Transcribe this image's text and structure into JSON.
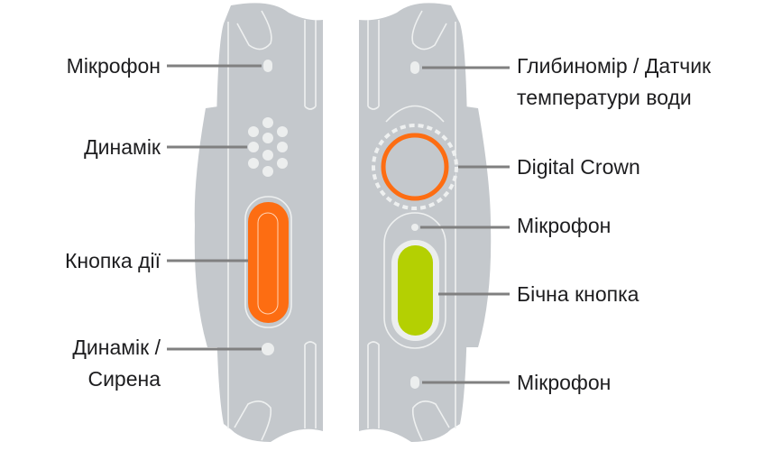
{
  "left_labels": {
    "microphone": "Мікрофон",
    "speaker": "Динамік",
    "action_button": "Кнопка дії",
    "speaker_siren_line1": "Динамік /",
    "speaker_siren_line2": "Сирена"
  },
  "right_labels": {
    "depth_gauge_line1": "Глибиномір / Датчик",
    "depth_gauge_line2": "температури води",
    "digital_crown": "Digital Crown",
    "microphone_1": "Мікрофон",
    "side_button": "Бічна кнопка",
    "microphone_2": "Мікрофон"
  },
  "colors": {
    "action_button": "#fd6d12",
    "side_button": "#b4d002",
    "digital_crown_ring": "#fd6d12",
    "case": "#c4c8cc"
  }
}
